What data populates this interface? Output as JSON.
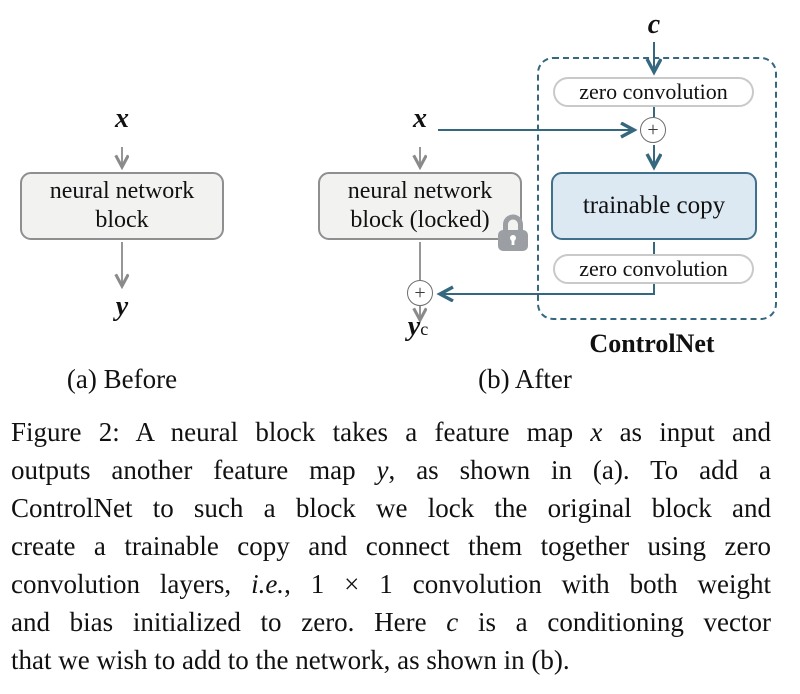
{
  "colors": {
    "steel": "#35687f",
    "gray_line": "#8a8a8a",
    "box_fill": "#f2f2f1",
    "box_border": "#8f8f8f",
    "trainable_fill": "#dde9f2",
    "trainable_border": "#41708c",
    "pill_border": "#c9c9c9",
    "lock_gray": "#9b9fa3"
  },
  "diagram_a": {
    "input_label": "x",
    "block_line1": "neural network",
    "block_line2": "block",
    "output_label": "y",
    "caption": "(a) Before"
  },
  "diagram_b": {
    "input_label": "x",
    "block_line1": "neural network",
    "block_line2": "block (locked)",
    "lock_icon": "lock-icon",
    "sum_symbol": "+",
    "output_label": "y",
    "output_subscript": "c",
    "caption": "(b) After"
  },
  "controlnet": {
    "condition_label": "c",
    "zero_conv_top": "zero convolution",
    "sum_symbol": "+",
    "trainable_label": "trainable copy",
    "zero_conv_bottom": "zero convolution",
    "group_label": "ControlNet"
  },
  "figure_caption": {
    "lines": [
      [
        {
          "t": "Figure 2: A neural block takes a feature map "
        },
        {
          "t": "x",
          "i": true
        },
        {
          "t": " as input and"
        }
      ],
      [
        {
          "t": "outputs another feature map "
        },
        {
          "t": "y",
          "i": true
        },
        {
          "t": ", as shown in (a). To add a"
        }
      ],
      [
        {
          "t": "ControlNet to such a block we lock the original block and"
        }
      ],
      [
        {
          "t": "create a trainable copy and connect them together using zero"
        }
      ],
      [
        {
          "t": "convolution layers, "
        },
        {
          "t": "i.e.",
          "i": true
        },
        {
          "t": ", 1 × 1 convolution with both weight"
        }
      ],
      [
        {
          "t": "and bias initialized to zero. Here "
        },
        {
          "t": "c",
          "i": true
        },
        {
          "t": " is a conditioning vector"
        }
      ],
      [
        {
          "t": "that we wish to add to the network, as shown in (b)."
        }
      ]
    ]
  }
}
